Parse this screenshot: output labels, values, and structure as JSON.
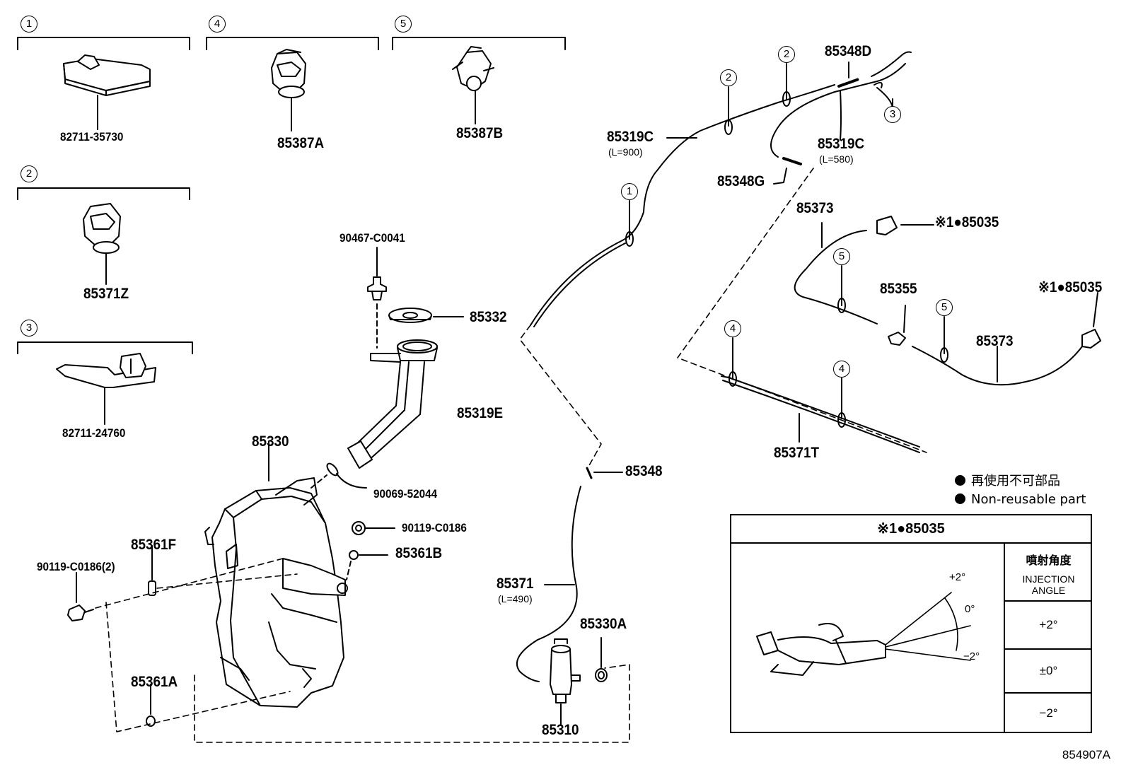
{
  "figure_id": "854907A",
  "insets": [
    {
      "key": "1",
      "part": "82711-35730"
    },
    {
      "key": "4",
      "part": "85387A"
    },
    {
      "key": "5",
      "part": "85387B"
    },
    {
      "key": "2",
      "part": "85371Z"
    },
    {
      "key": "3",
      "part": "82711-24760"
    }
  ],
  "parts": {
    "p90467": "90467-C0041",
    "p85332": "85332",
    "p85319E": "85319E",
    "p85330": "85330",
    "p90069": "90069-52044",
    "p90119a": "90119-C0186",
    "p85361B": "85361B",
    "p85361F": "85361F",
    "p90119b": "90119-C0186(2)",
    "p85361A": "85361A",
    "p85348": "85348",
    "p85371": "85371",
    "p85371_len": "(L=490)",
    "p85330A": "85330A",
    "p85310": "85310",
    "p85319C_a": "85319C",
    "p85319C_a_len": "(L=900)",
    "p85348D": "85348D",
    "p85319C_b": "85319C",
    "p85319C_b_len": "(L=580)",
    "p85348G": "85348G",
    "p85373_a": "85373",
    "p85035_a": "※1●85035",
    "p85355": "85355",
    "p85035_b": "※1●85035",
    "p85373_b": "85373",
    "p85371T": "85371T"
  },
  "callouts": {
    "c2a": "2",
    "c2b": "2",
    "c3": "3",
    "c1": "1",
    "c5a": "5",
    "c5b": "5",
    "c4a": "4",
    "c4b": "4"
  },
  "legend": {
    "jp": "再使用不可部品",
    "en": "Non-reusable part"
  },
  "injection_box": {
    "title": "※1●85035",
    "col_header_jp": "噴射角度",
    "col_header_en_1": "INJECTION",
    "col_header_en_2": "ANGLE",
    "rows": [
      "+2°",
      "±0°",
      "−2°"
    ],
    "diagram_labels": [
      "+2°",
      "0°",
      "−2°"
    ]
  }
}
